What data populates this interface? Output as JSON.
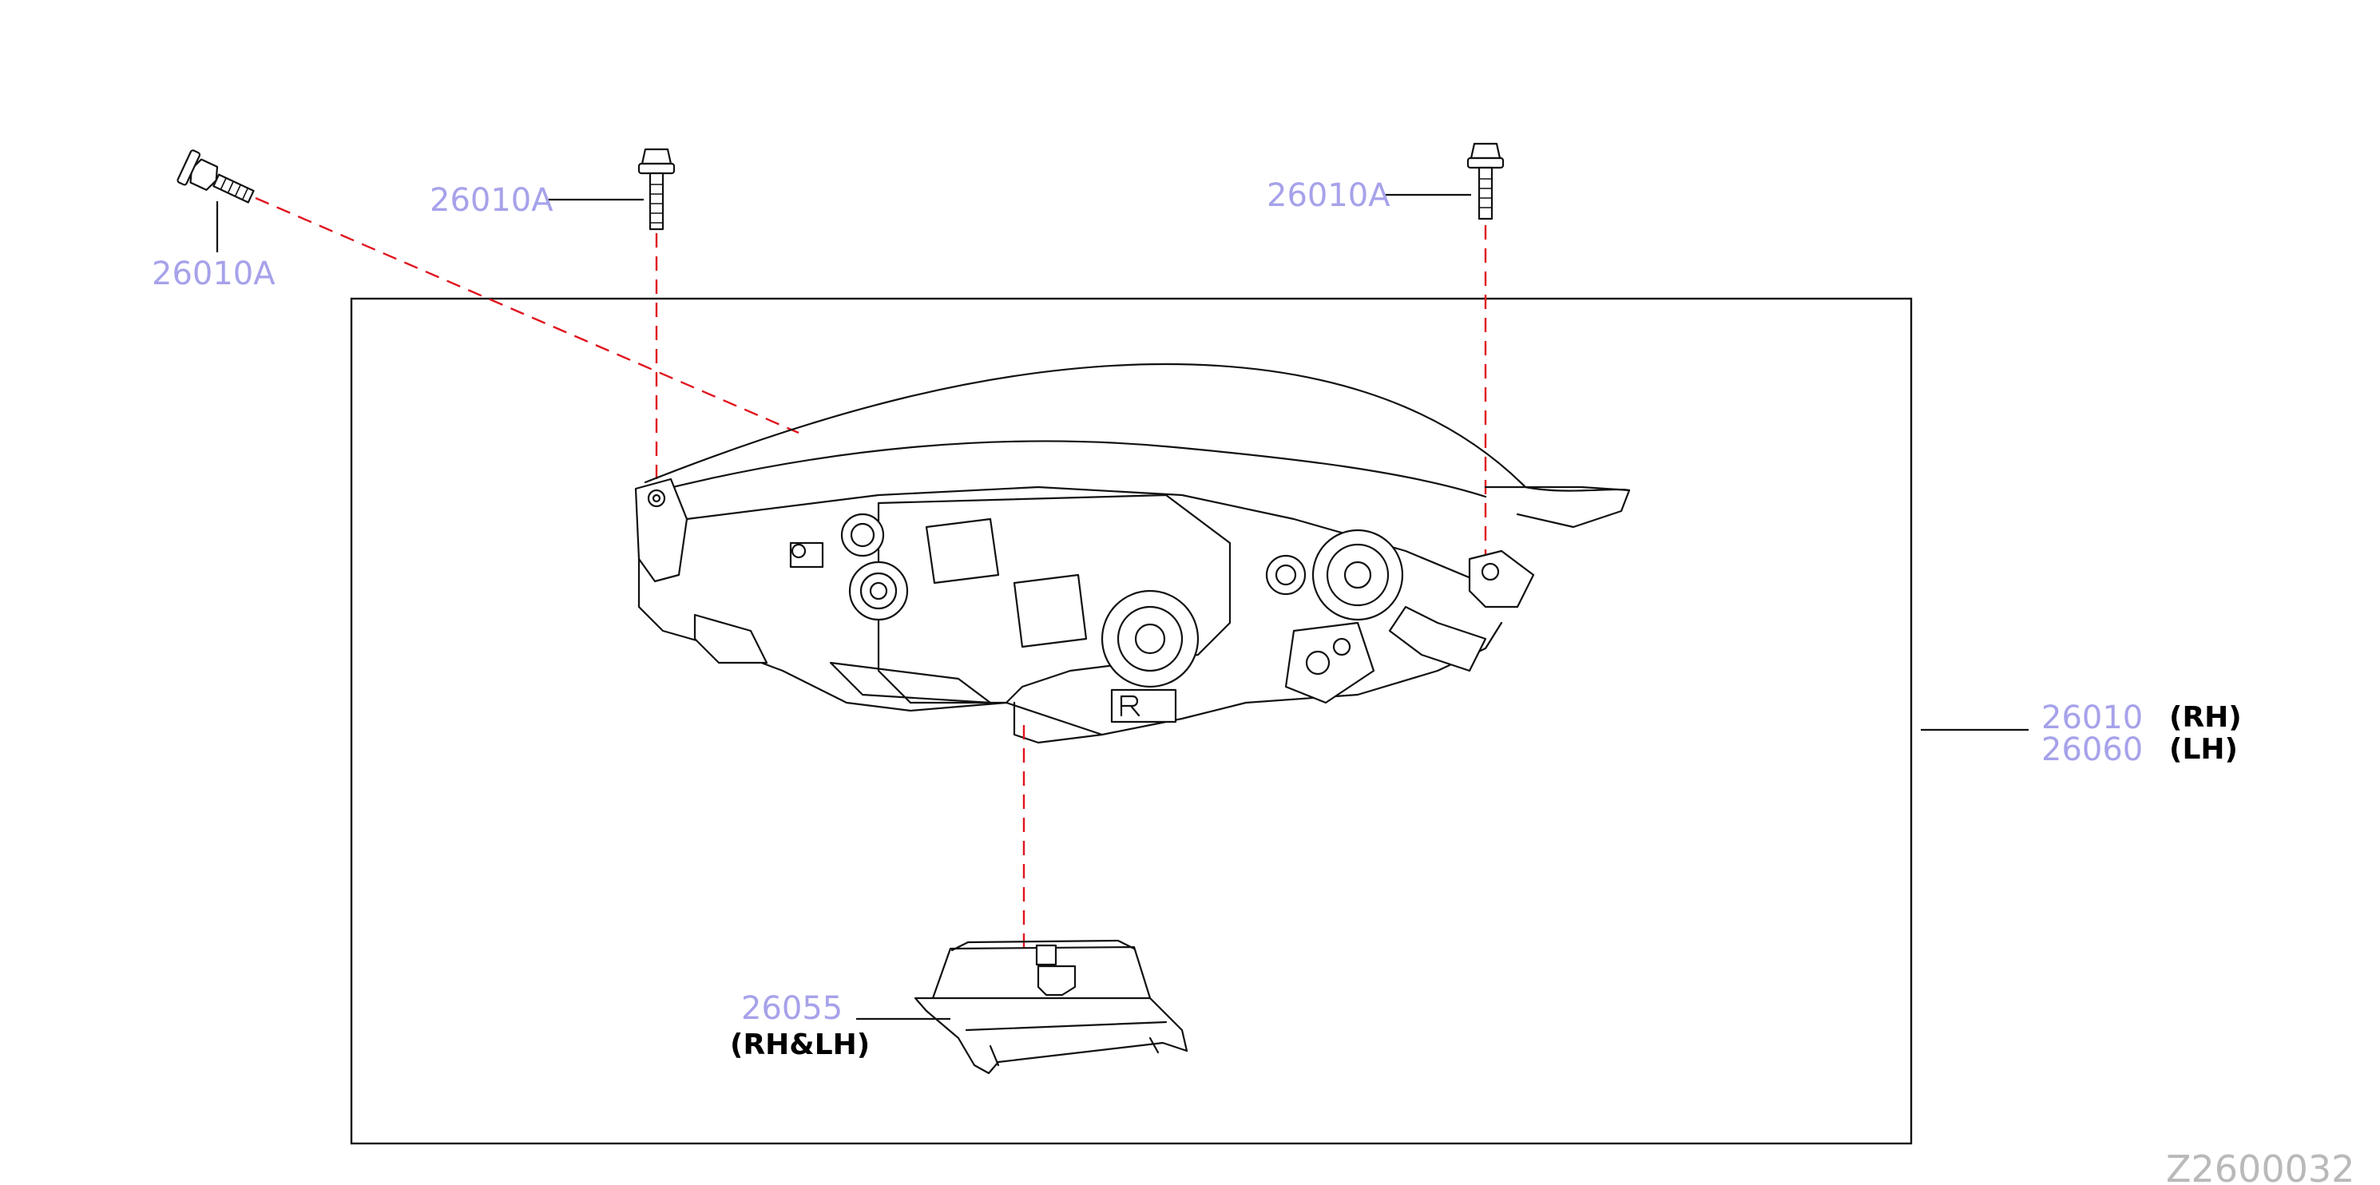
{
  "callouts": {
    "bolt_far_left": {
      "part_no": "26010A"
    },
    "bolt_left": {
      "part_no": "26010A"
    },
    "bolt_right": {
      "part_no": "26010A"
    },
    "headlamp_rh": {
      "part_no": "26010",
      "side": "(RH)"
    },
    "headlamp_lh": {
      "part_no": "26060",
      "side": "(LH)"
    },
    "ballast": {
      "part_no": "26055",
      "side": "(RH&LH)"
    }
  },
  "diagram_code": "Z2600032",
  "colors": {
    "part_number": "#a6a2ea",
    "dashed_guide": "#e0141e",
    "line_art": "#111111",
    "diagram_code": "#b9b9b9"
  }
}
